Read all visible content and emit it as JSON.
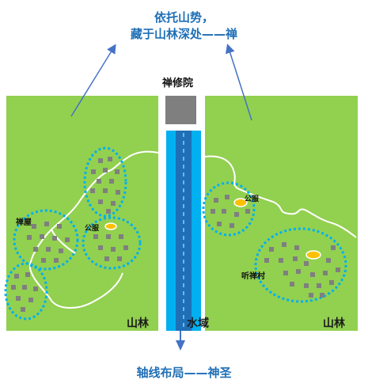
{
  "title": {
    "line1": "依托山势，",
    "line2": "藏于山林深处——禅"
  },
  "hall_label": "禅修院",
  "labels": {
    "left_forest": "山林",
    "right_forest": "山林",
    "water": "水域",
    "zen_house": "禅屋",
    "service_left": "公服",
    "service_right": "公服",
    "village": "听禅村"
  },
  "bottom_title": "轴线布局——神圣",
  "colors": {
    "forest": "#92d050",
    "water": "#00b0f0",
    "water_core": "#1f6fb6",
    "cluster_ring": "#00b0f0",
    "service_marker": "#ffc000",
    "building": "#7f7f7f",
    "title": "#1f6fb6"
  }
}
